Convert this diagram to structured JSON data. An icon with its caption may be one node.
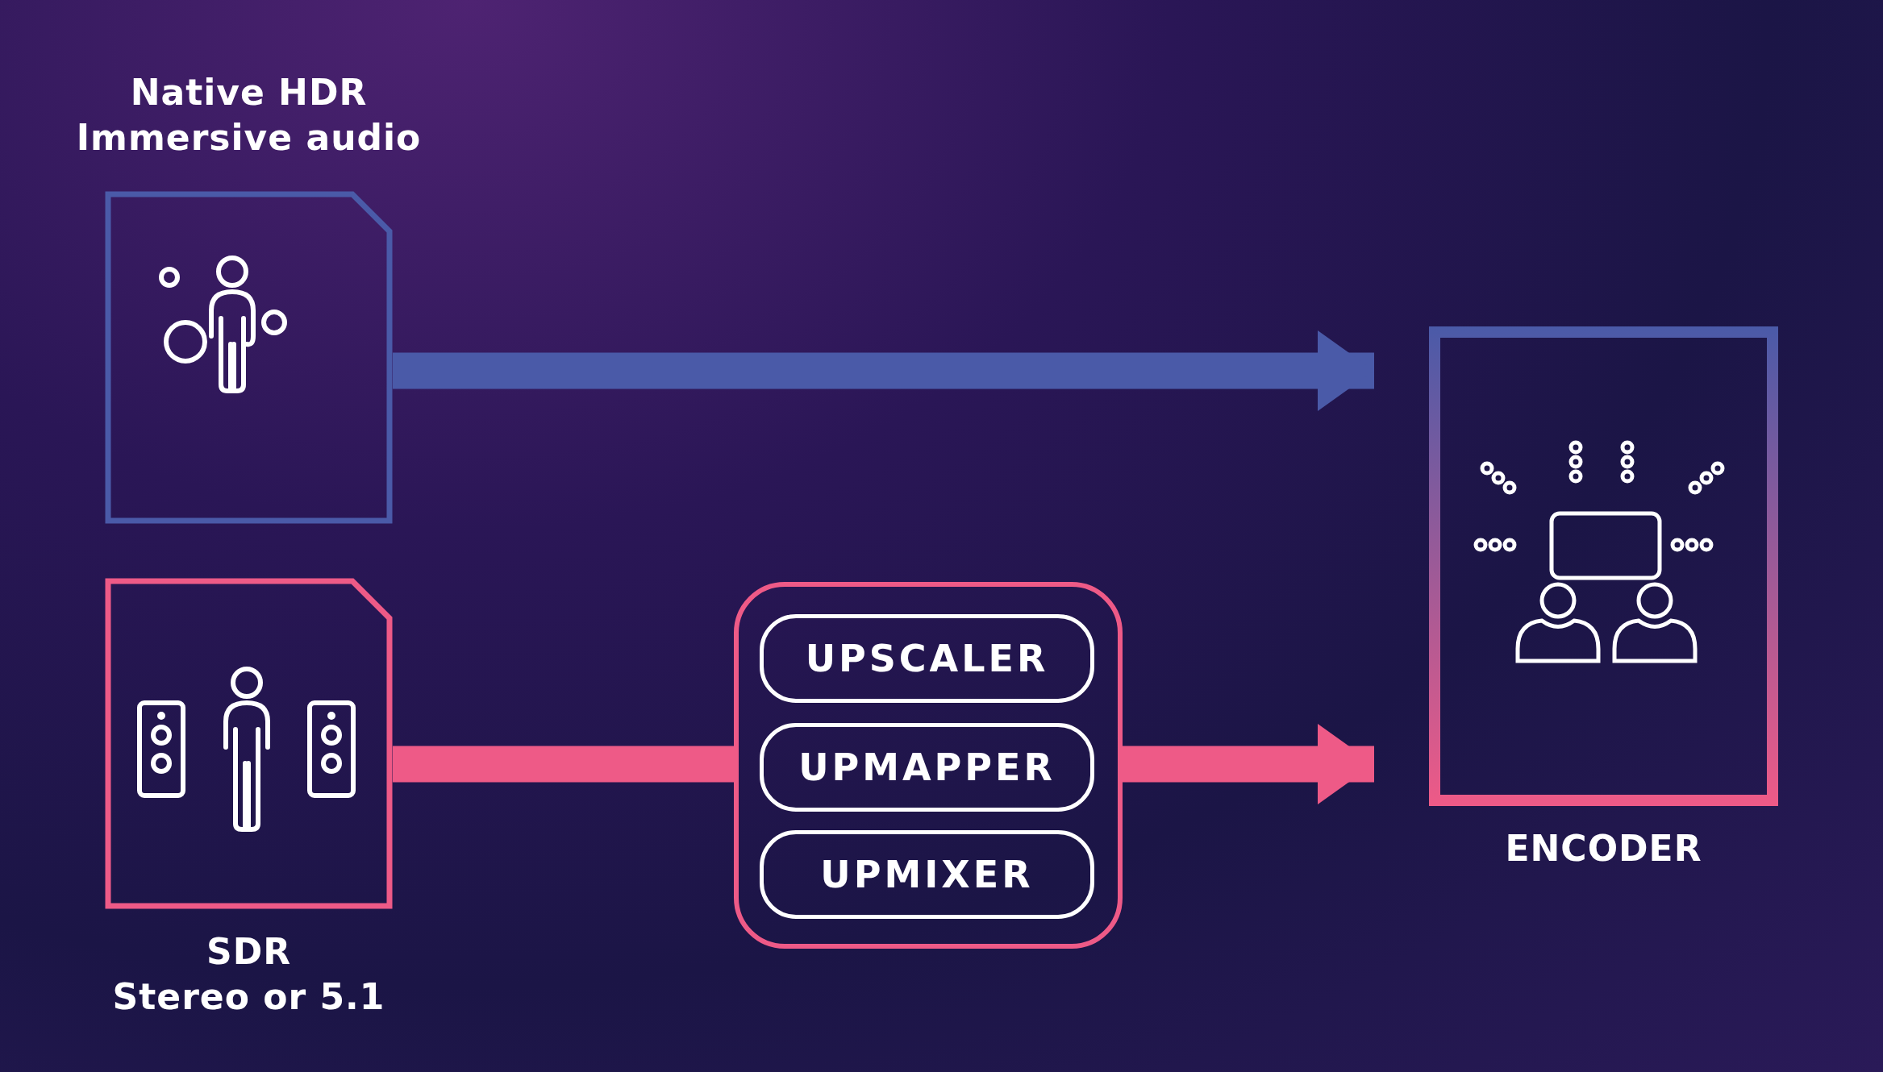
{
  "diagram": {
    "nodes": [
      {
        "text": [
          "Native HDR",
          "Immersive audio"
        ]
      },
      {
        "text": [
          "SDR",
          "Stereo or 5.1"
        ]
      },
      {
        "text": [],
        "shape": "box"
      },
      {
        "text": [
          "UPSCALER"
        ],
        "in": 2
      },
      {
        "text": [
          "UPMAPPER"
        ],
        "in": 2
      },
      {
        "text": [
          "UPMIXER"
        ],
        "in": 2
      },
      {
        "text": [
          "ENCODER"
        ]
      }
    ],
    "edges": [
      {
        "from": 0,
        "to": 6,
        "arrow": "to",
        "color": "#4a5aa8"
      },
      {
        "from": 1,
        "to": 2,
        "arrow": "none",
        "color": "#ee5a87"
      },
      {
        "from": 2,
        "to": 6,
        "arrow": "to",
        "color": "#ee5a87"
      }
    ]
  }
}
